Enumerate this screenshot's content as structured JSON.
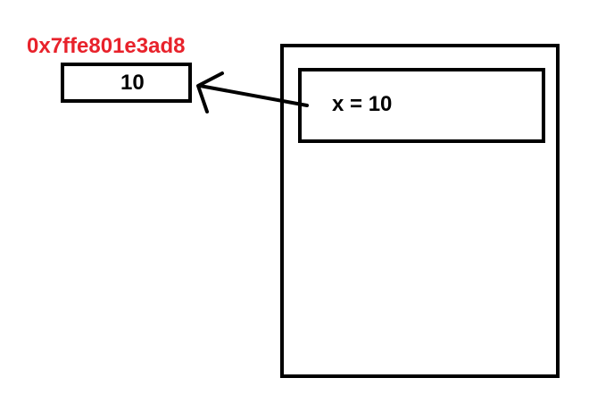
{
  "memory_cell": {
    "address": "0x7ffe801e3ad8",
    "value": "10"
  },
  "stack_frame": {
    "variable_expression": "x = 10"
  },
  "colors": {
    "address": "#e8222b",
    "stroke": "#000000",
    "background": "#ffffff"
  },
  "icons": {
    "arrow": "hand-drawn-arrow-icon"
  }
}
